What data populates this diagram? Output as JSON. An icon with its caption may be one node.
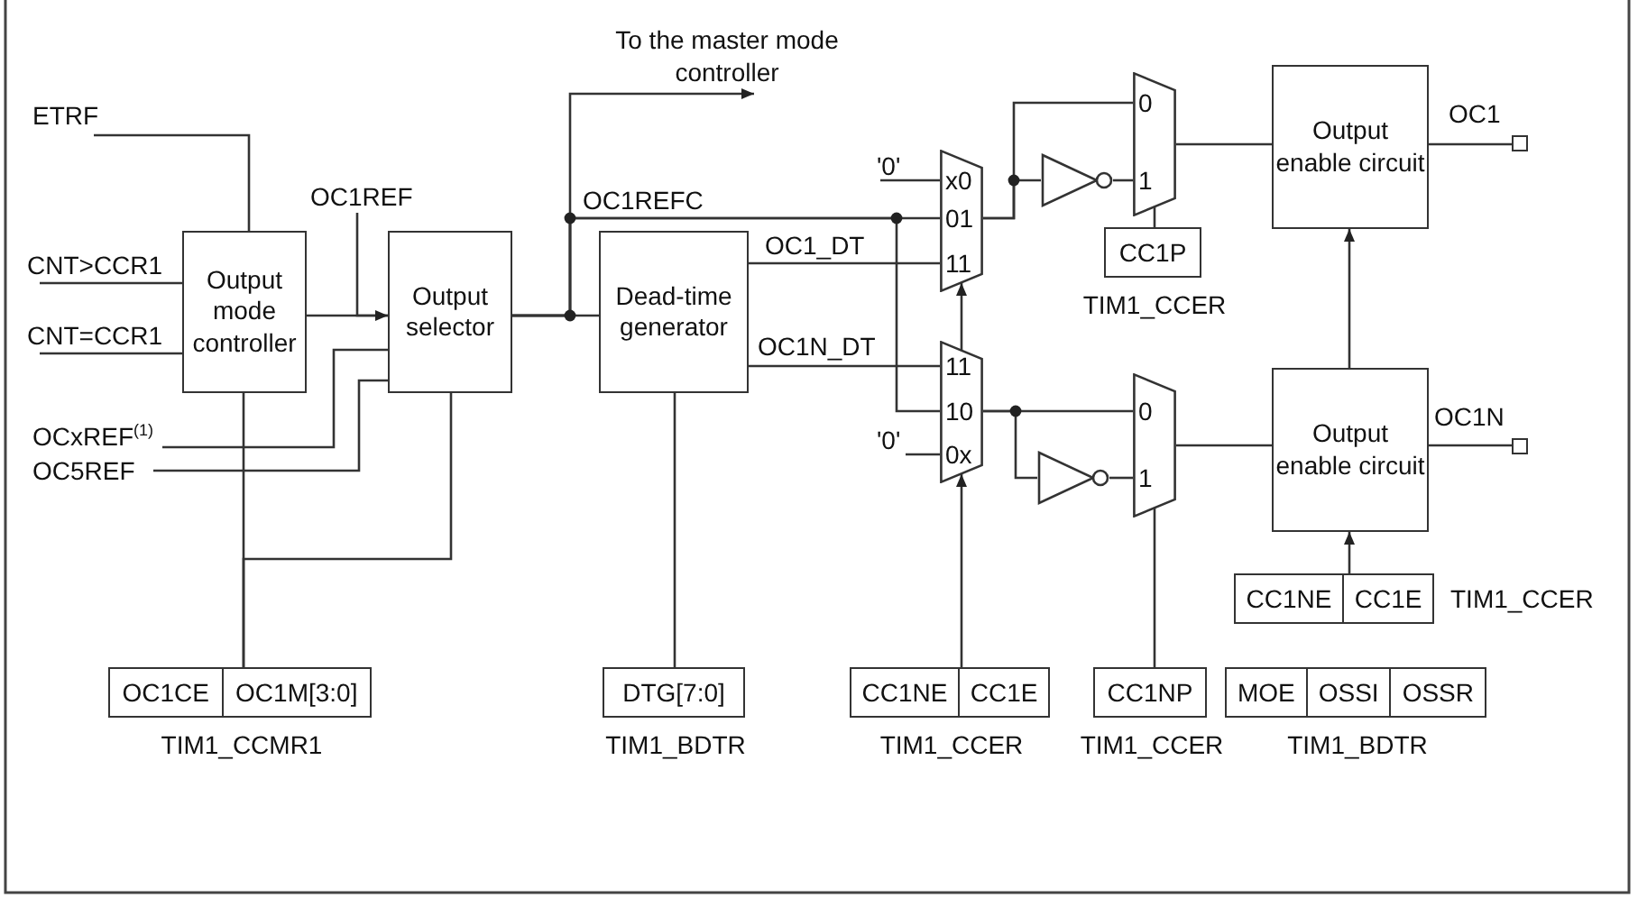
{
  "diagram": {
    "nodes": [
      {
        "text": [
          "Output mode controller"
        ]
      },
      {
        "text": [
          "Output selector"
        ]
      },
      {
        "text": [
          "Dead-time generator"
        ]
      },
      {
        "text": [
          "x0",
          "01",
          "11"
        ]
      },
      {
        "text": [
          "11",
          "10",
          "0x"
        ]
      },
      {
        "text": [],
        "shape": "triangle"
      },
      {
        "text": [
          "0",
          "1"
        ]
      },
      {
        "text": [
          "Output enable circuit"
        ]
      },
      {
        "text": [],
        "shape": "triangle"
      },
      {
        "text": [
          "0",
          "1"
        ]
      },
      {
        "text": [
          "Output enable circuit"
        ]
      },
      {
        "text": [],
        "shape": "box",
        "beside": [
          "OC1"
        ]
      },
      {
        "text": [],
        "shape": "box",
        "beside": [
          "OC1N"
        ]
      },
      {
        "text": [
          "OC1CE",
          "OC1M[3:0]"
        ],
        "beside": [
          "TIM1_CCMR1"
        ]
      },
      {
        "text": [
          "DTG[7:0]"
        ],
        "beside": [
          "TIM1_BDTR"
        ]
      },
      {
        "text": [
          "CC1NE",
          "CC1E"
        ],
        "beside": [
          "TIM1_CCER"
        ]
      },
      {
        "text": [
          "CC1NP"
        ],
        "beside": [
          "TIM1_CCER"
        ]
      },
      {
        "text": [
          "MOE",
          "OSSI",
          "OSSR"
        ],
        "beside": [
          "TIM1_BDTR"
        ]
      },
      {
        "text": [
          "CC1NE",
          "CC1E"
        ],
        "beside": [
          "TIM1_CCER"
        ]
      },
      {
        "text": [
          "CC1P"
        ],
        "beside": [
          "TIM1_CCER"
        ]
      },
      {
        "text": [
          "ETRF"
        ]
      },
      {
        "text": [
          "CNT>CCR1"
        ]
      },
      {
        "text": [
          "CNT=CCR1"
        ]
      },
      {
        "text": [
          "OCxREF$^{(1)}$"
        ]
      },
      {
        "text": [
          "OC5REF"
        ]
      },
      {
        "text": [
          "OC1REF"
        ]
      },
      {
        "text": [
          "'0'"
        ]
      },
      {
        "text": [
          "'0'"
        ]
      },
      {
        "text": [
          "To the master mode controller"
        ]
      }
    ],
    "edges": [
      {
        "from": 20,
        "to": 0,
        "arrow": "none"
      },
      {
        "from": 21,
        "to": 0,
        "arrow": "none"
      },
      {
        "from": 22,
        "to": 0,
        "arrow": "none"
      },
      {
        "from": 0,
        "to": 1,
        "arrow": "none"
      },
      {
        "from": 23,
        "to": 1,
        "arrow": "none"
      },
      {
        "from": 24,
        "to": 1,
        "arrow": "none"
      },
      {
        "from": 25,
        "to": 1,
        "arrow": "to"
      },
      {
        "from": 1,
        "to": 2,
        "arrow": "none"
      },
      {
        "from": 1,
        "to": 28,
        "arrow": "to"
      },
      {
        "from": 1,
        "to": 3,
        "arrow": "none",
        "label": "OC1REFC"
      },
      {
        "from": 1,
        "to": 4,
        "arrow": "none"
      },
      {
        "from": 2,
        "to": 3,
        "arrow": "none",
        "label": "OC1_DT"
      },
      {
        "from": 2,
        "to": 4,
        "arrow": "none",
        "label": "OC1N_DT"
      },
      {
        "from": 26,
        "to": 3,
        "arrow": "none"
      },
      {
        "from": 27,
        "to": 4,
        "arrow": "none"
      },
      {
        "from": 3,
        "to": 6,
        "arrow": "none"
      },
      {
        "from": 3,
        "to": 5,
        "arrow": "none"
      },
      {
        "from": 5,
        "to": 6,
        "arrow": "none"
      },
      {
        "from": 6,
        "to": 7,
        "arrow": "none"
      },
      {
        "from": 7,
        "to": 11,
        "arrow": "none"
      },
      {
        "from": 4,
        "to": 9,
        "arrow": "none"
      },
      {
        "from": 4,
        "to": 8,
        "arrow": "none"
      },
      {
        "from": 8,
        "to": 9,
        "arrow": "none"
      },
      {
        "from": 9,
        "to": 10,
        "arrow": "none"
      },
      {
        "from": 10,
        "to": 12,
        "arrow": "none"
      },
      {
        "from": 10,
        "to": 7,
        "arrow": "to"
      },
      {
        "from": 19,
        "to": 6,
        "arrow": "none"
      },
      {
        "from": 15,
        "to": 4,
        "arrow": "to"
      },
      {
        "from": 4,
        "to": 3,
        "arrow": "to"
      },
      {
        "from": 16,
        "to": 9,
        "arrow": "none"
      },
      {
        "from": 18,
        "to": 10,
        "arrow": "to"
      },
      {
        "from": 13,
        "to": 0,
        "arrow": "none"
      },
      {
        "from": 13,
        "to": 1,
        "arrow": "none"
      },
      {
        "from": 14,
        "to": 2,
        "arrow": "none"
      }
    ]
  }
}
